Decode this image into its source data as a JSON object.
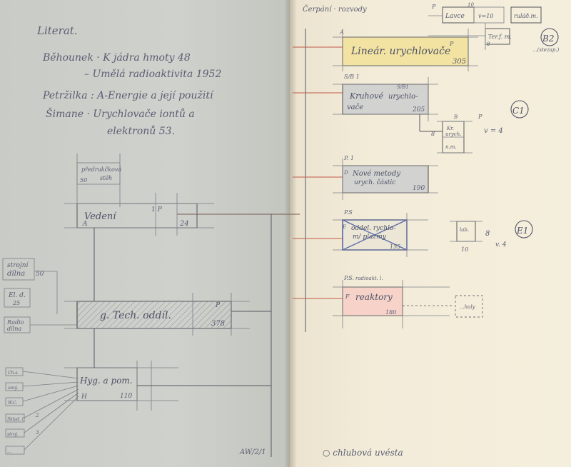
{
  "left_page": {
    "notes": {
      "heading": "Literat.",
      "line1": "Běhounek · K jádra hmoty 48",
      "line2": "– Umělá radioaktivita 1952",
      "line3": "Petržilka : A-Energie a její použití",
      "line4": "Šimane · Urychlovače iontů a",
      "line5": "elektronů 53."
    },
    "diagram": {
      "top_box_line1": "předrukčková",
      "top_box_line2": "stěh",
      "top_box_num": "50",
      "vedeni_label": "Vedení",
      "vedeni_letter": "A",
      "vedeni_p": "1 P",
      "vedeni_num": "24",
      "main_label": "g. Tech. oddíl.",
      "main_p": "P",
      "main_num": "378",
      "hyg_label": "Hyg. a pom.",
      "hyg_letter": "H",
      "hyg_num": "110",
      "side1_line1": "strojní",
      "side1_line2": "dílna",
      "side1_num": "50",
      "side2_line1": "El. d.",
      "side2_num": "25",
      "side3_line1": "Radio",
      "side3_line2": "dílna",
      "small_labels": [
        "Ch.s.",
        "umý.",
        "W.C.",
        "Sklad. l.",
        "stroj.",
        "..."
      ],
      "small_nums": [
        "2",
        "3"
      ],
      "signature": "AW/2/1"
    }
  },
  "right_page": {
    "top_note": "Čerpání · rozvody",
    "top_right": {
      "left_box": "Lavce",
      "mid_label": "v=10",
      "right_label": "ruláð.m.",
      "p_label": "P",
      "num_label": "10",
      "sub_box": "Ter.f. m.",
      "sub_num": "8",
      "circle": "B2",
      "circle_note": "...(stezap.)"
    },
    "box_A": {
      "corner": "A",
      "label": "Lineár. urychlovače",
      "p": "P",
      "num": "305"
    },
    "box_SB": {
      "header": "S/B 1",
      "label1": "Kruhové",
      "label2": "vače",
      "label3": "S/B1",
      "label4": "urychlo-",
      "num": "205",
      "mini_label1": "Kr.",
      "mini_label2": "urych.",
      "mini_label3": "n.m.",
      "mini_b": "B",
      "mini_p": "P",
      "mini_num": "8",
      "mini_v": "v = 4",
      "circle": "C1"
    },
    "box_P1": {
      "header": "P. 1",
      "corner": "D",
      "label1": "Nové metody",
      "label2": "urych. částic",
      "num": "190"
    },
    "box_PS": {
      "header": "P.S",
      "corner": "E",
      "label1": "oddel. rychlo-",
      "label2": "m/ plazmy",
      "num": "155",
      "mini_label": "lab.",
      "mini_num": "8",
      "mini_v": "v. 4",
      "mini_bottom": "10",
      "circle": "E1"
    },
    "box_F": {
      "header": "P.S.",
      "header2": "radioakt. l.",
      "corner": "F",
      "label": "reaktory",
      "num": "180",
      "side": "...haly"
    },
    "footer": "○ chlubová uvésta"
  }
}
